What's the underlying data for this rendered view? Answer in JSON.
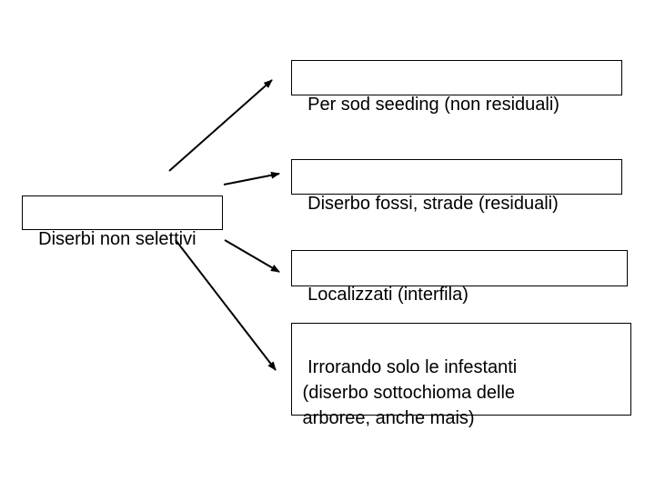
{
  "diagram": {
    "root": {
      "label": "Diserbi non selettivi"
    },
    "branches": [
      {
        "label": "Per sod seeding (non residuali)"
      },
      {
        "label": "Diserbo fossi, strade (residuali)"
      },
      {
        "label": "Localizzati (interfila)"
      },
      {
        "label": "Irrorando solo le infestanti\n (diserbo sottochioma delle\n arboree, anche mais)"
      }
    ],
    "colors": {
      "line": "#000000",
      "box_border": "#000000",
      "background": "#ffffff"
    }
  }
}
